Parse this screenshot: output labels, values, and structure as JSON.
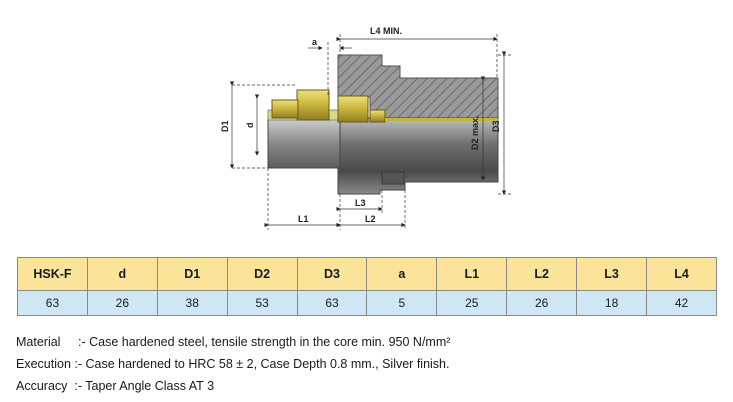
{
  "drawing": {
    "labels": {
      "a": "a",
      "l4_min": "L4 MIN.",
      "d1": "D1",
      "d": "d",
      "d2_max": "D2 max.",
      "d3": "D3",
      "l1": "L1",
      "l2": "L2",
      "l3": "L3"
    }
  },
  "spec_table": {
    "headers": [
      "HSK-F",
      "d",
      "D1",
      "D2",
      "D3",
      "a",
      "L1",
      "L2",
      "L3",
      "L4"
    ],
    "rows": [
      [
        "63",
        "26",
        "38",
        "53",
        "63",
        "5",
        "25",
        "26",
        "18",
        "42"
      ]
    ]
  },
  "notes": {
    "material_label": "Material",
    "material_text": ":- Case hardened steel, tensile strength in the core min. 950 N/mm²",
    "execution_label": "Execution",
    "execution_text": ":- Case hardened to HRC 58 ± 2, Case Depth 0.8 mm., Silver finish.",
    "accuracy_label": "Accuracy",
    "accuracy_text": ":- Taper Angle Class AT 3"
  },
  "colors": {
    "header_bg": "#fbe49a",
    "cell_bg": "#cfe7f5",
    "steel": "#8c8c8c",
    "gold": "#c9b64a"
  }
}
